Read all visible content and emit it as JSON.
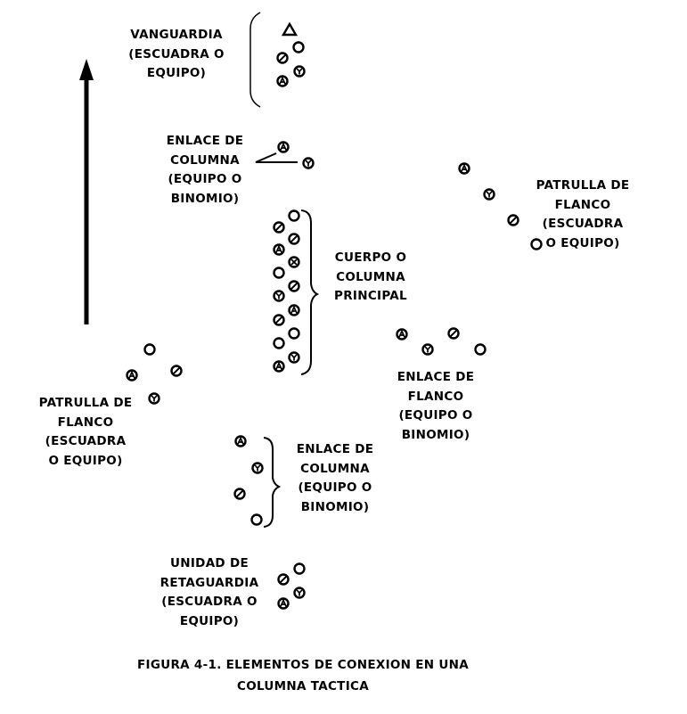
{
  "labels": {
    "vanguardia": "VANGUARDIA\n(ESCUADRA O\nEQUIPO)",
    "enlace_columna_superior": "ENLACE DE\nCOLUMNA\n(EQUIPO O\nBINOMIO)",
    "patrulla_flanco_derecha": "PATRULLA DE\nFLANCO\n(ESCUADRA\nO EQUIPO)",
    "cuerpo_principal": "CUERPO O\nCOLUMNA\nPRINCIPAL",
    "enlace_flanco": "ENLACE DE\nFLANCO\n(EQUIPO O\nBINOMIO)",
    "patrulla_flanco_izquierda": "PATRULLA DE\nFLANCO\n(ESCUADRA\nO EQUIPO)",
    "enlace_columna_inferior": "ENLACE DE\nCOLUMNA\n(EQUIPO O\nBINOMIO)",
    "retaguardia": "UNIDAD DE\nRETAGUARDIA\n(ESCUADRA O\nEQUIPO)"
  },
  "caption": "FIGURA 4-1. ELEMENTOS DE CONEXION EN UNA\nCOLUMNA TACTICA",
  "colors": {
    "ink": "#000000",
    "paper": "#ffffff"
  }
}
